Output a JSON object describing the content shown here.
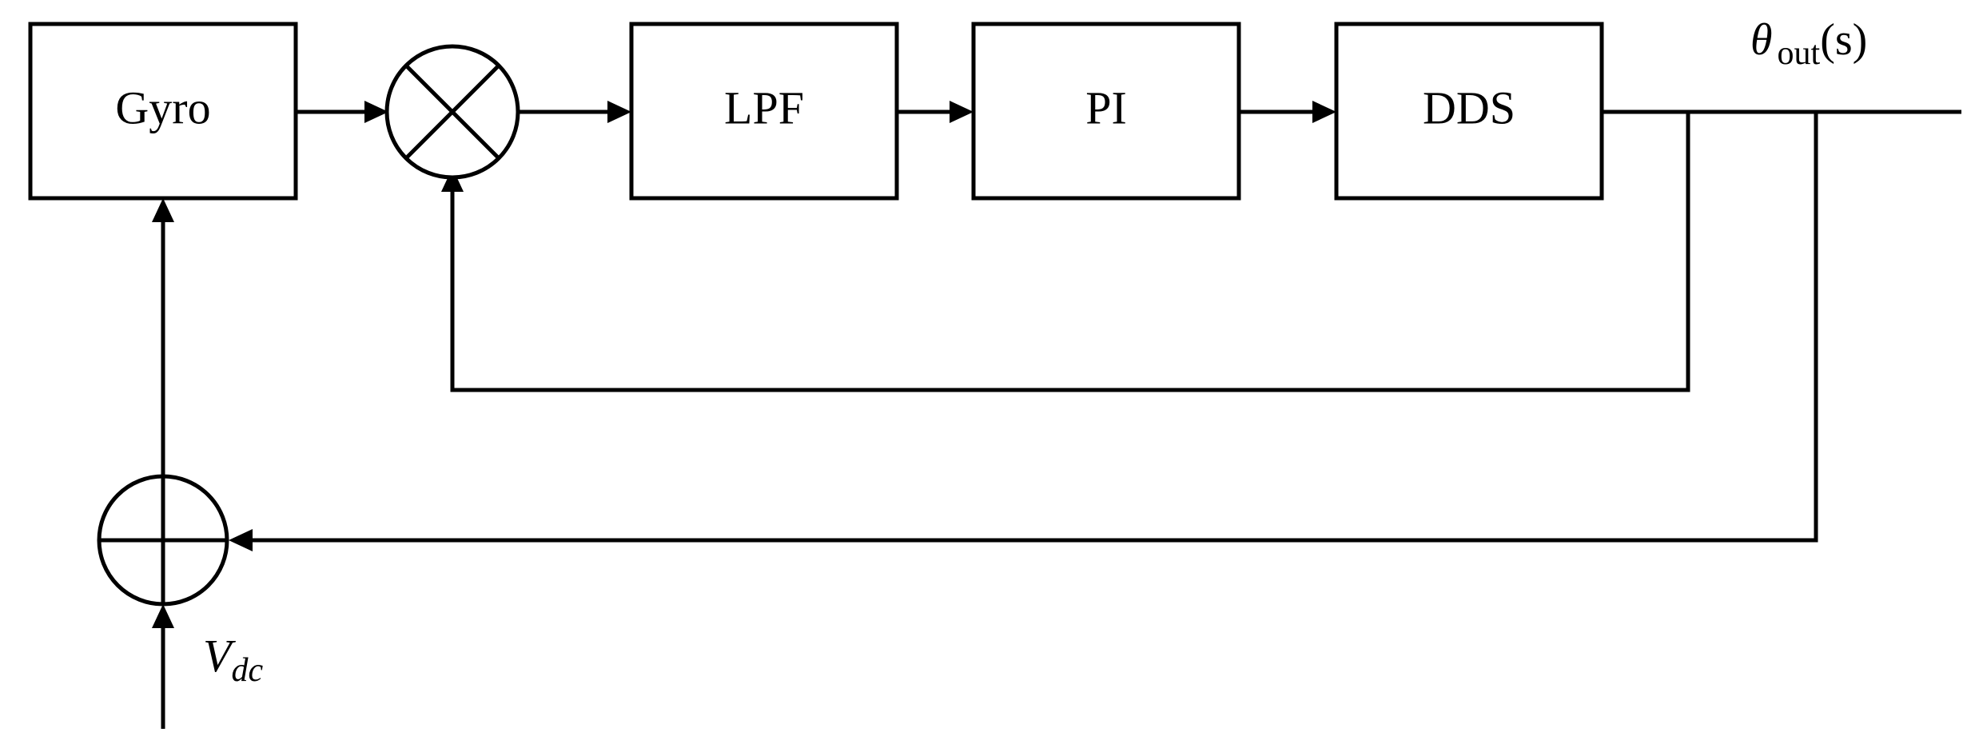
{
  "diagram": {
    "blocks": {
      "gyro": "Gyro",
      "lpf": "LPF",
      "pi": "PI",
      "dds": "DDS"
    },
    "labels": {
      "output_theta": "θ",
      "output_sub": "out",
      "output_arg": "(s)",
      "input_v": "V",
      "input_sub": "dc"
    },
    "junctions": {
      "multiplier": "multiply (⊗)",
      "summer": "sum (⊕)"
    },
    "colors": {
      "stroke": "#000000",
      "background": "#ffffff"
    }
  }
}
